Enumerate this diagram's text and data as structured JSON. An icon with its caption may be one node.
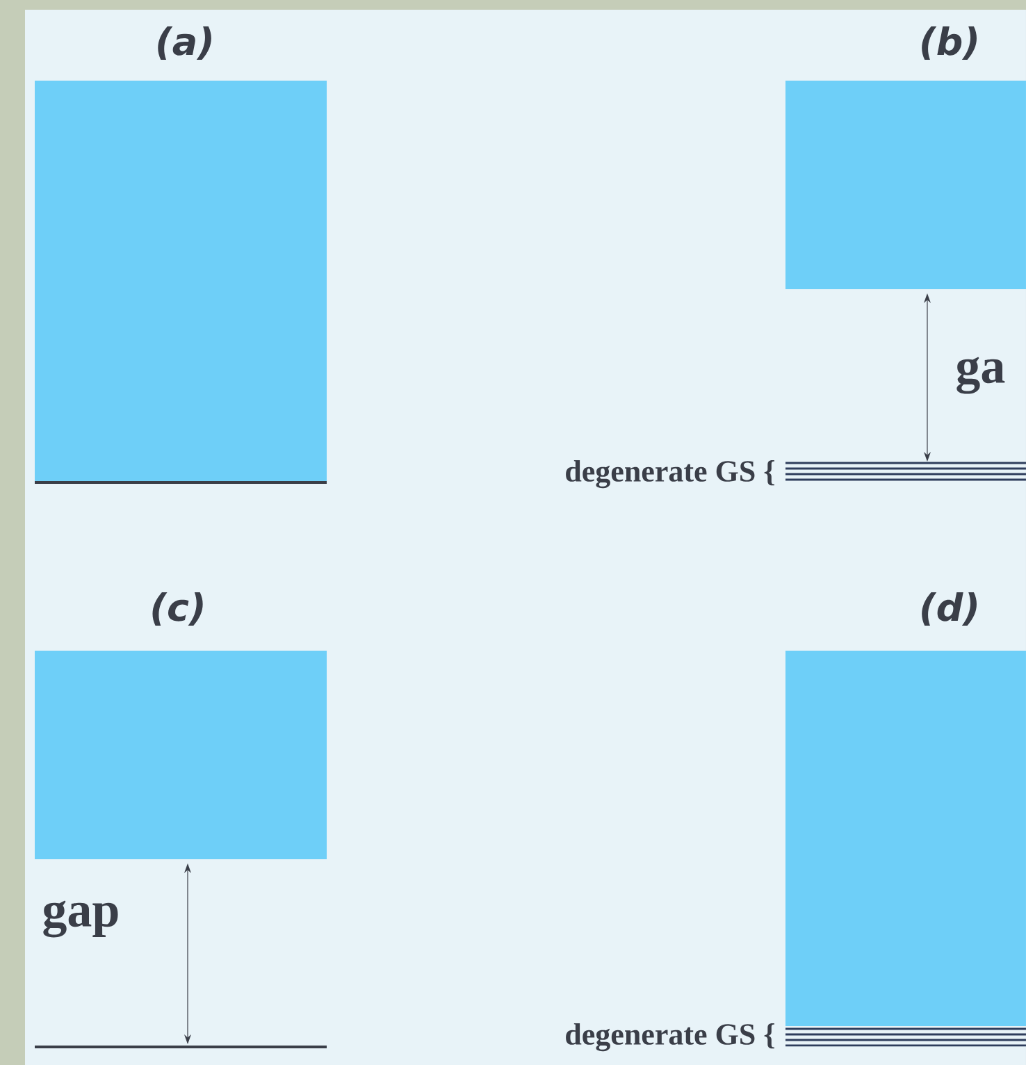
{
  "diagram": {
    "nodes": [
      {
        "text": [],
        "shape": "box"
      },
      {
        "text": [],
        "shape": "box"
      },
      {
        "text": [],
        "shape": "box"
      },
      {
        "text": [],
        "shape": "box"
      }
    ],
    "labels": [
      "(a)",
      "(b)",
      "ga",
      "degenerate GS {",
      "(c)",
      "(d)",
      "gap",
      "degenerate GS {"
    ]
  }
}
